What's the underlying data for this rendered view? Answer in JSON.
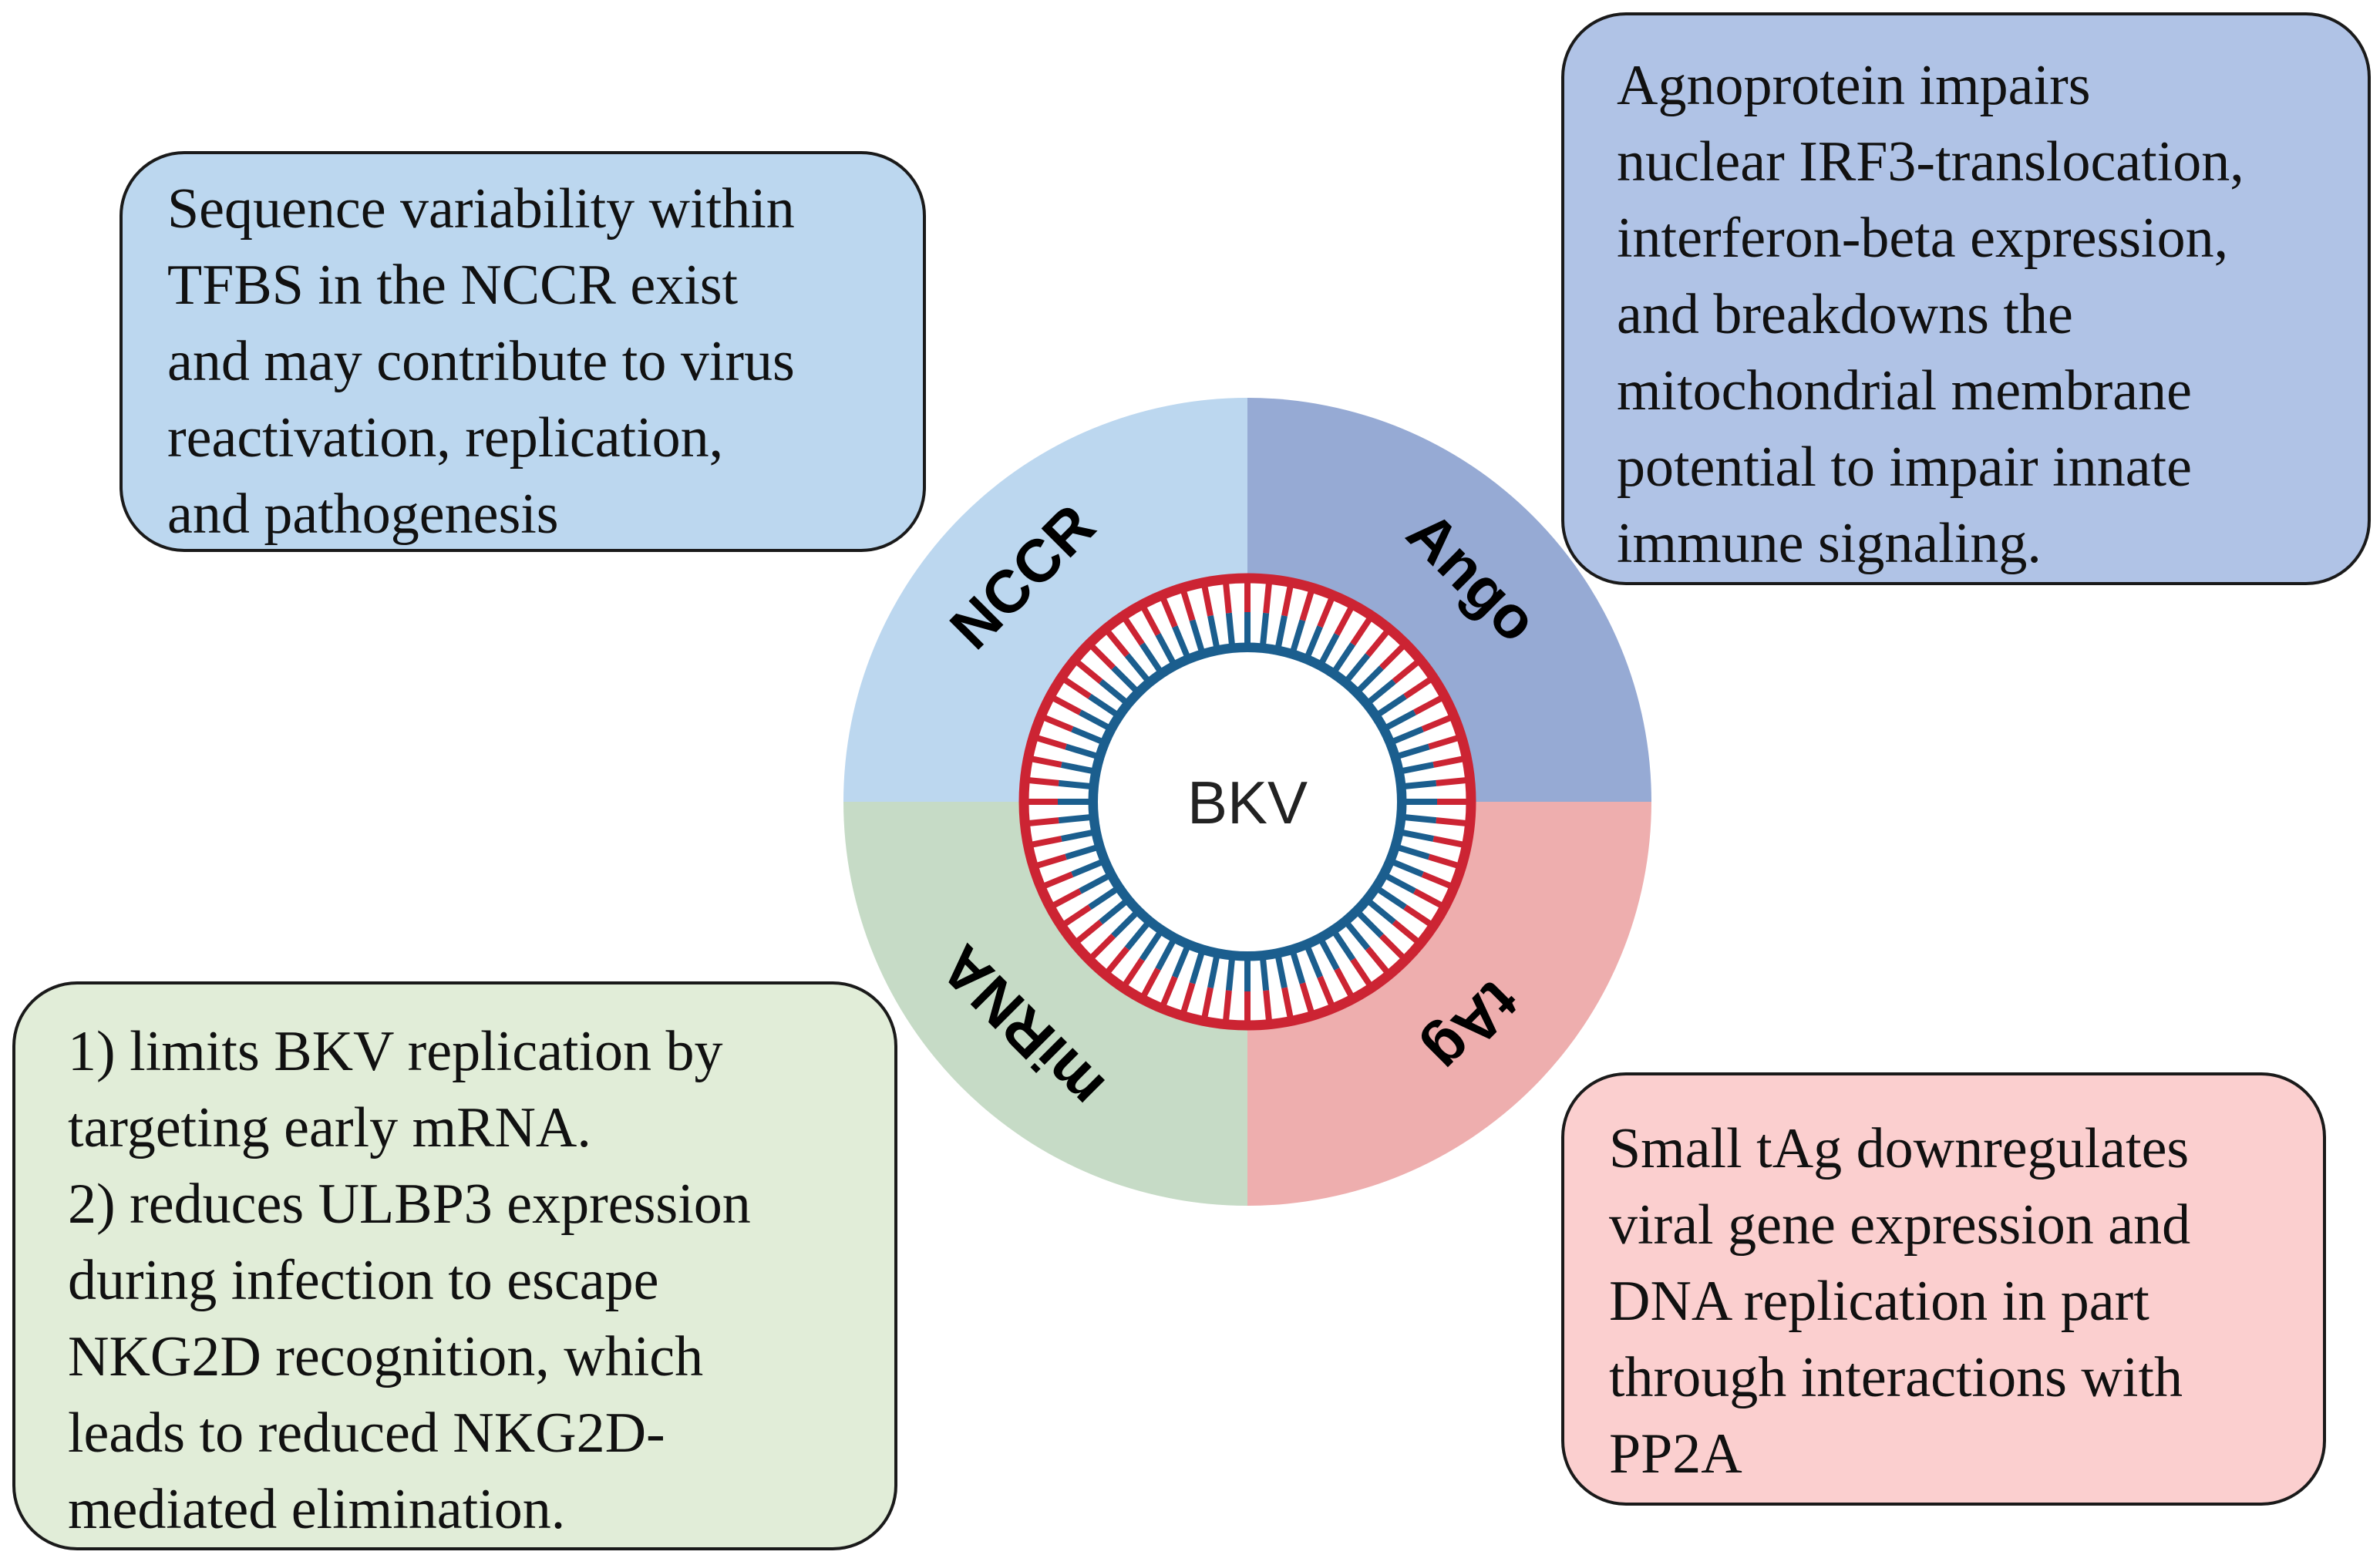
{
  "center": {
    "label": "BKV"
  },
  "segments": [
    {
      "id": "nccr",
      "label": "NCCR",
      "color": "#bcd7ef"
    },
    {
      "id": "ango",
      "label": "Ango",
      "color": "#96aad4"
    },
    {
      "id": "tag",
      "label": "tAg",
      "color": "#eeaeae"
    },
    {
      "id": "mirna",
      "label": "miRNA",
      "color": "#c6dbc6"
    }
  ],
  "ring_colors": {
    "inner_strand": "#1b5e8e",
    "outer_strand": "#cc2433"
  },
  "boxes": {
    "nccr": {
      "text": "Sequence variability within\nTFBS in the NCCR exist\nand may contribute to virus\nreactivation, replication,\nand pathogenesis",
      "color": "#bcd7ef"
    },
    "agno": {
      "text": "Agnoprotein impairs\nnuclear IRF3-translocation,\ninterferon-beta expression,\nand breakdowns the\nmitochondrial membrane\npotential to impair innate\nimmune signaling.",
      "color": "#b0c3e6"
    },
    "mirna": {
      "text": "1) limits BKV replication by\ntargeting early mRNA.\n2) reduces ULBP3 expression\nduring infection to escape\nNKG2D recognition, which\nleads to reduced NKG2D-\nmediated elimination.",
      "color": "#e1edd8"
    },
    "tag": {
      "text": "Small tAg downregulates\nviral gene expression and\nDNA replication in part\nthrough interactions with\nPP2A",
      "color": "#fbcfcf"
    }
  }
}
